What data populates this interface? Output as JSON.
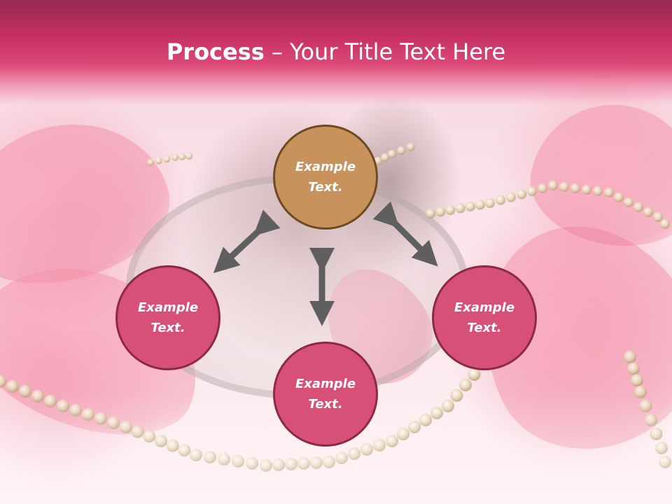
{
  "title": {
    "bold": "Process",
    "rest": " – Your Title Text Here"
  },
  "nodes": {
    "top": "Example Text.",
    "left": "Example Text.",
    "right": "Example Text.",
    "bottom": "Example Text."
  },
  "colors": {
    "title_bar": "#c63063",
    "top_node_fill": "#c8925c",
    "top_node_border": "#6e4a21",
    "pink_node_fill": "#d75077",
    "pink_node_border": "#8c2945",
    "arrow": "#5f5f5f"
  }
}
